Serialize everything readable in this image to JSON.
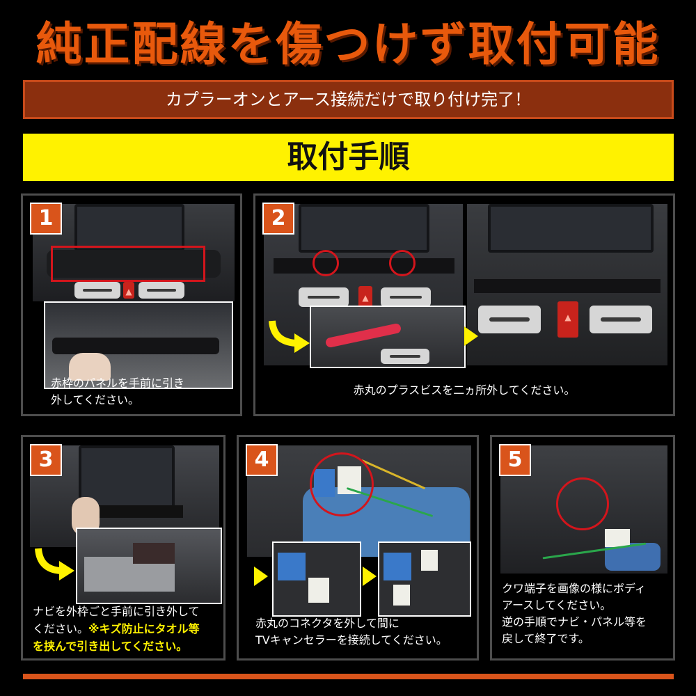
{
  "header": {
    "title": "純正配線を傷つけず取付可能",
    "subtitle": "カプラーオンとアース接続だけで取り付け完了！",
    "steps_heading": "取付手順"
  },
  "steps": [
    {
      "number": "1",
      "caption_lines": [
        "赤枠のパネルを手前に引き",
        "外してください。"
      ]
    },
    {
      "number": "2",
      "caption_lines": [
        "赤丸のプラスビスを二ヵ所外してください。"
      ]
    },
    {
      "number": "3",
      "caption_lines": [
        "ナビを外枠ごと手前に引き外して",
        "ください。"
      ],
      "warning": "※キズ防止にタオル等",
      "warning_line2": "を挟んで引き出してください。"
    },
    {
      "number": "4",
      "caption_lines": [
        "赤丸のコネクタを外して間に",
        "TVキャンセラーを接続してください。"
      ]
    },
    {
      "number": "5",
      "caption_lines": [
        "クワ端子を画像の様にボディ",
        "アースしてください。",
        "逆の手順でナビ・パネル等を",
        "戻して終了です。"
      ]
    }
  ],
  "colors": {
    "accent_orange": "#d9541b",
    "title_orange": "#e8590c",
    "highlight_yellow": "#fff200",
    "marker_red": "#d3151c",
    "panel_border": "#4d4d4d"
  },
  "icons": {
    "callout_arrow": "yellow-curved-arrow",
    "pointer": "yellow-triangle"
  }
}
